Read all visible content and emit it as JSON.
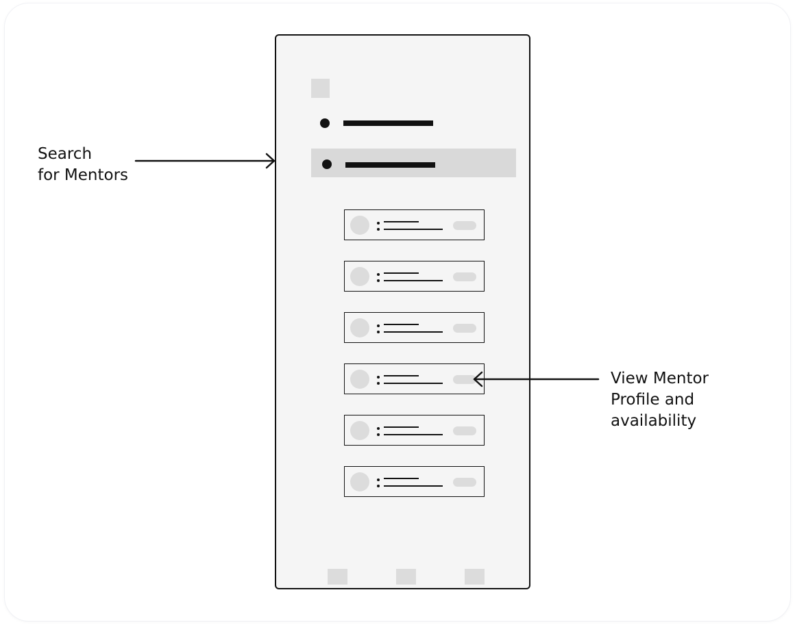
{
  "annotations": {
    "search": "Search\nfor Mentors",
    "profile": "View Mentor\nProfile and\navailability"
  },
  "wireframe": {
    "nav_items": [
      {
        "name": "nav-item-1",
        "active": false
      },
      {
        "name": "nav-item-search",
        "active": true
      }
    ],
    "mentor_cards": [
      {
        "name": "mentor-card-1"
      },
      {
        "name": "mentor-card-2"
      },
      {
        "name": "mentor-card-3"
      },
      {
        "name": "mentor-card-4"
      },
      {
        "name": "mentor-card-5"
      },
      {
        "name": "mentor-card-6"
      }
    ],
    "tab_bar": [
      "tab-1",
      "tab-2",
      "tab-3"
    ]
  },
  "colors": {
    "outline": "#111111",
    "screen_bg": "#f5f5f5",
    "placeholder": "#dcdcdc",
    "active_row": "#d9d9d9"
  },
  "icons": {
    "logo": "logo-placeholder-square",
    "nav_bullet": "bullet-dot-icon",
    "avatar": "avatar-placeholder-circle",
    "arrow": "arrow-icon"
  }
}
